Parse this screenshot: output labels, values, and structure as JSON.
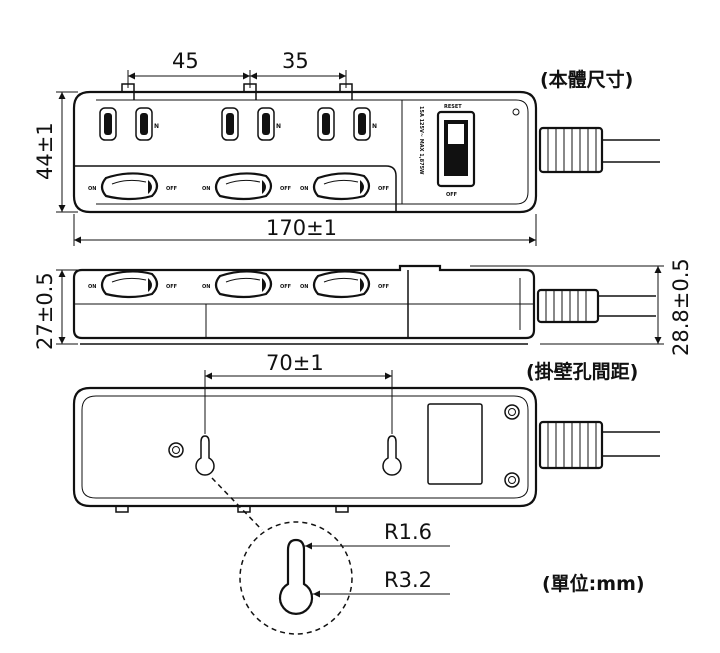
{
  "labels": {
    "body_size": "(本體尺寸)",
    "mount_spacing": "(掛壁孔間距)",
    "unit": "(單位:mm)"
  },
  "dimensions": {
    "top_gap_1": "45",
    "top_gap_2": "35",
    "height": "44±1",
    "length": "170±1",
    "side_height_left": "27±0.5",
    "side_height_right": "28.8±0.5",
    "hole_spacing": "70±1",
    "radius_small": "R1.6",
    "radius_large": "R3.2"
  },
  "switch": {
    "reset": "RESET",
    "off": "OFF",
    "rating": "15A 125V~ MAX 1,875W"
  },
  "marks": {
    "on": "ON",
    "off": "OFF",
    "n": "N"
  }
}
